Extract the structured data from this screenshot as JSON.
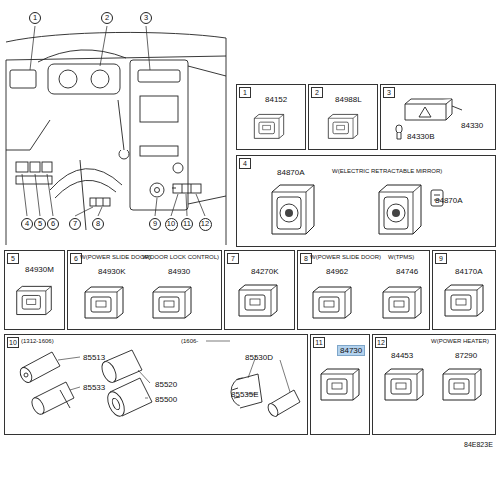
{
  "diagram": {
    "nodes": [
      {
        "text": [
          "1"
        ]
      },
      {
        "text": [
          "2"
        ]
      },
      {
        "text": [
          "3"
        ]
      },
      {
        "text": [
          "4"
        ]
      },
      {
        "text": [
          "5"
        ]
      },
      {
        "text": [
          "6"
        ]
      },
      {
        "text": [
          "7"
        ]
      },
      {
        "text": [
          "8"
        ]
      },
      {
        "text": [
          "9"
        ]
      },
      {
        "text": [
          "10"
        ]
      },
      {
        "text": [
          "11"
        ]
      },
      {
        "text": [
          "12"
        ]
      },
      {
        "text": [
          "1",
          "84152"
        ]
      },
      {
        "text": [
          "2",
          "84988L"
        ]
      },
      {
        "text": [
          "3",
          "84330",
          "84330B"
        ]
      },
      {
        "text": [
          "4",
          "84870A",
          "W(ELECTRIC RETRACTABLE MIRROR)",
          "84870A"
        ]
      },
      {
        "text": [
          "5",
          "84930M"
        ]
      },
      {
        "text": [
          "6",
          "W(POWER SLIDE DOOR)",
          "84930K",
          "W(DOOR LOCK CONTROL)",
          "84930"
        ]
      },
      {
        "text": [
          "7",
          "84270K"
        ]
      },
      {
        "text": [
          "8",
          "W(POWER SLIDE DOOR)",
          "84962",
          "W(TPMS)",
          "84746"
        ]
      },
      {
        "text": [
          "9",
          "84170A"
        ]
      },
      {
        "text": [
          "10",
          "(1312-1606)",
          "85513",
          "85533",
          "85520",
          "85500",
          "(1606-",
          "85530D",
          "85535E"
        ]
      },
      {
        "text": [
          "11",
          "84730"
        ]
      },
      {
        "text": [
          "12",
          "84453",
          "W(POWER HEATER)",
          "87290"
        ]
      }
    ],
    "labels": [
      "84E823E"
    ]
  }
}
